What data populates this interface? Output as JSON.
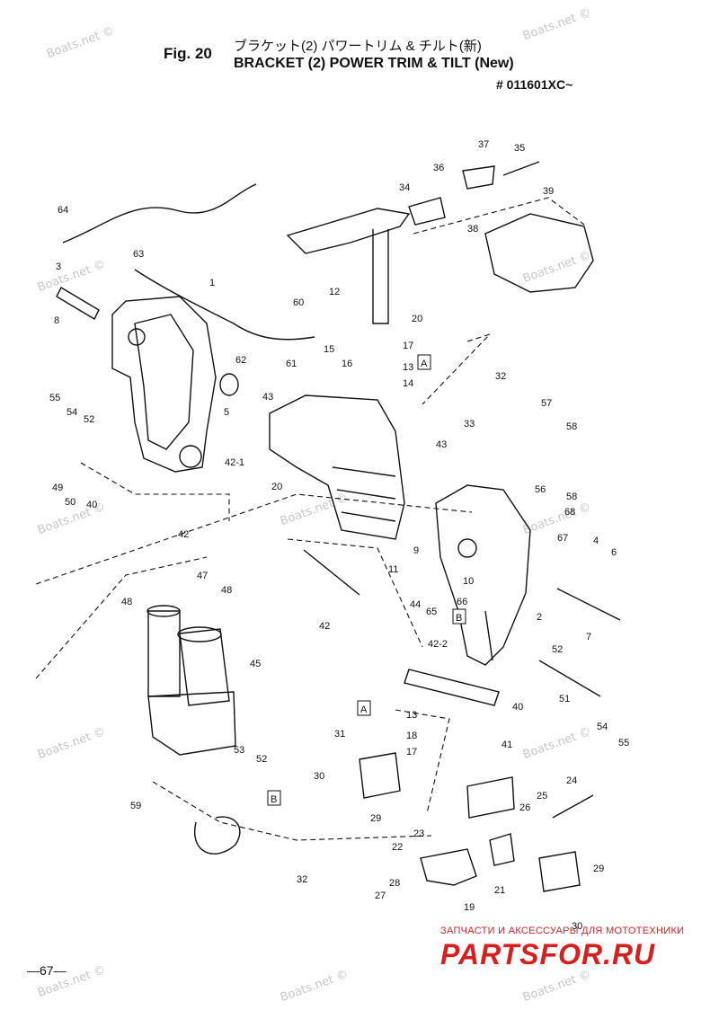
{
  "header": {
    "fig_label": "Fig. 20",
    "title_jp": "ブラケット(2) パワートリム & チルト(新)",
    "title_en": "BRACKET (2) POWER TRIM & TILT (New)",
    "serial": "#  011601XC~"
  },
  "page_number": "—67—",
  "watermark": "Boats.net ©",
  "footer": {
    "shop_line": "ЗАПЧАСТИ И АКСЕССУАРЫ ДЛЯ МОТОТЕХНИКИ",
    "brand": "PARTSFOR.RU"
  },
  "callouts": [
    "64",
    "3",
    "63",
    "1",
    "8",
    "55",
    "54",
    "52",
    "5",
    "62",
    "61",
    "15",
    "16",
    "43",
    "60",
    "12",
    "17",
    "13",
    "14",
    "20",
    "34",
    "36",
    "37",
    "35",
    "39",
    "38",
    "49",
    "50",
    "40",
    "42-1",
    "42",
    "20",
    "43",
    "33",
    "32",
    "57",
    "58",
    "56",
    "58",
    "68",
    "67",
    "4",
    "6",
    "9",
    "10",
    "66",
    "65",
    "44",
    "11",
    "42",
    "42-2",
    "2",
    "7",
    "47",
    "48",
    "48",
    "45",
    "52",
    "51",
    "54",
    "55",
    "40",
    "13",
    "18",
    "17",
    "41",
    "31",
    "30",
    "29",
    "53",
    "52",
    "59",
    "24",
    "25",
    "26",
    "23",
    "22",
    "21",
    "29",
    "28",
    "27",
    "19",
    "30",
    "32"
  ],
  "letter_tags": [
    "A",
    "B",
    "A",
    "B"
  ]
}
